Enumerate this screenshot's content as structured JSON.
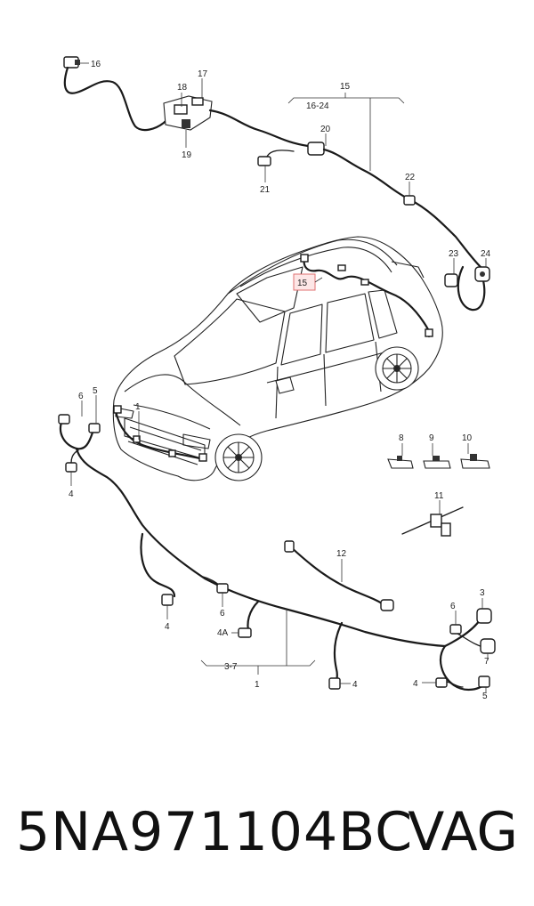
{
  "callouts": {
    "c16_top": "16",
    "c17": "17",
    "c18": "18",
    "c19": "19",
    "c15_group": "15",
    "c16_24": "16-24",
    "c20": "20",
    "c21": "21",
    "c22": "22",
    "c23": "23",
    "c24": "24",
    "c15_car": "15",
    "c1_car": "1",
    "c6_left": "6",
    "c5_left": "5",
    "c4_left": "4",
    "c8": "8",
    "c9": "9",
    "c10": "10",
    "c11": "11",
    "c12": "12",
    "c4_mid": "4",
    "c6_mid": "6",
    "c4a": "4A",
    "c3_7": "3-7",
    "c1_group": "1",
    "c4_bottom": "4",
    "c3_right": "3",
    "c6_right": "6",
    "c7_right": "7",
    "c4_right": "4",
    "c5_right": "5"
  },
  "footer": {
    "part_number": "5NA971104BC",
    "brand": "VAG"
  },
  "colors": {
    "highlight_fill": "#fde6e6",
    "highlight_stroke": "#e07070",
    "line": "#1a1a1a"
  }
}
